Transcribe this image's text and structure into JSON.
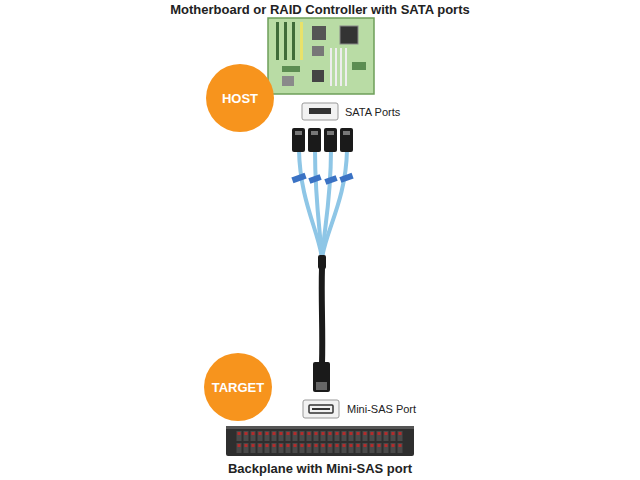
{
  "diagram": {
    "title": "Motherboard or RAID Controller with SATA ports",
    "caption": "Backplane with Mini-SAS port",
    "nodes": [
      {
        "text": [
          "HOST"
        ]
      },
      {
        "text": [
          "TARGET"
        ]
      }
    ],
    "labels": [
      "SATA Ports",
      "Mini-SAS Port"
    ]
  }
}
